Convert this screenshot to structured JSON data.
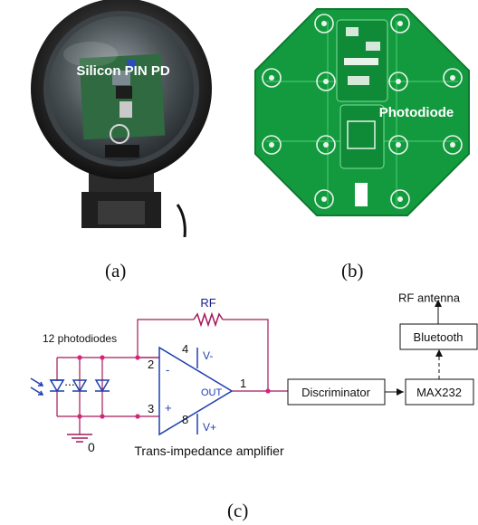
{
  "figure": {
    "panel_a": {
      "caption": "(a)",
      "overlay_label": "Silicon PIN PD"
    },
    "panel_b": {
      "caption": "(b)",
      "overlay_label": "Photodiode"
    },
    "panel_c": {
      "caption": "(c)",
      "feedback_resistor": "RF",
      "photodiode_array_label": "12 photodiodes",
      "ellipsis": "...",
      "ground_label": "0",
      "pins": {
        "inv_in": "2",
        "noninv_in": "3",
        "neg_supply": "4",
        "pos_supply": "8",
        "out": "1"
      },
      "inv_sign": "-",
      "noninv_sign": "+",
      "vminus": "V-",
      "vplus": "V+",
      "out_label": "OUT",
      "amplifier_label": "Trans-impedance amplifier",
      "blocks": {
        "discriminator": "Discriminator",
        "max232": "MAX232",
        "bluetooth": "Bluetooth"
      },
      "antenna_label": "RF antenna"
    }
  }
}
